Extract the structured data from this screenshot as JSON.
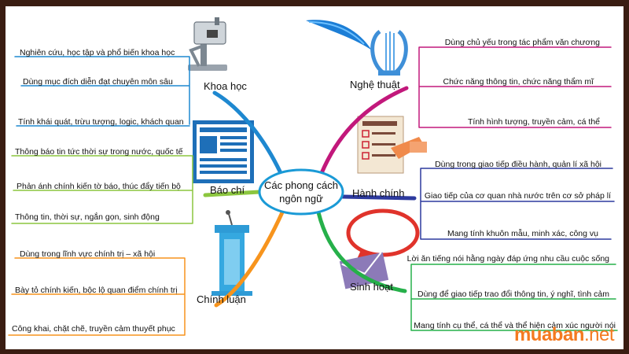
{
  "center_label": {
    "line1": "Các phong cách",
    "line2": "ngôn ngữ"
  },
  "branches": [
    {
      "key": "khoa-hoc",
      "label": "Khoa học",
      "color": "#1e88d0",
      "icon": "microscope-icon",
      "items": [
        "Nghiên cứu, học tập và phổ biến khoa học",
        "Dùng mục đích diễn đạt chuyên môn sâu",
        "Tính khái quát, trừu tượng, logic, khách quan"
      ]
    },
    {
      "key": "bao-chi",
      "label": "Báo chí",
      "color": "#8cc63f",
      "icon": "newspaper-icon",
      "items": [
        "Thông báo tin tức thời sự trong nước, quốc tế",
        "Phản ánh chính kiến tờ báo, thúc đẩy tiến bộ",
        "Thông tin, thời sự, ngắn gọn, sinh động"
      ]
    },
    {
      "key": "chinh-luan",
      "label": "Chính luận",
      "color": "#f7941d",
      "icon": "podium-icon",
      "items": [
        "Dùng trong lĩnh vực chính trị – xã hội",
        "Bày tỏ chính kiến, bộc lộ quan điểm chính trị",
        "Công khai, chặt chẽ, truyền cảm thuyết phục"
      ]
    },
    {
      "key": "nghe-thuat",
      "label": "Nghệ thuật",
      "color": "#c2187b",
      "icon": "lyre-quill-icon",
      "items": [
        "Dùng chủ yếu trong tác phẩm văn chương",
        "Chức năng thông tin, chức năng thẩm mĩ",
        "Tính hình tượng, truyền cảm, cá thể"
      ]
    },
    {
      "key": "hanh-chinh",
      "label": "Hành chính",
      "color": "#2d3a9e",
      "icon": "document-checklist-icon",
      "items": [
        "Dùng trong giao tiếp điều hành, quản lí xã hội",
        "Giao tiếp của cơ quan nhà nước trên cơ sở pháp lí",
        "Mang tính khuôn mẫu, minh xác, công vụ"
      ]
    },
    {
      "key": "sinh-hoat",
      "label": "Sinh hoạt",
      "color": "#26b04a",
      "icon": "speech-bubble-icon",
      "items": [
        "Lời ăn tiếng nói hằng ngày đáp ứng nhu cầu cuộc sống",
        "Dùng để giao tiếp trao đổi thông tin, ý nghĩ, tình cảm",
        "Mang tính cụ thể, cá thể và thể hiện cảm xúc người nói"
      ]
    }
  ],
  "watermark": {
    "brand": "muaban",
    "tld": ".net"
  }
}
